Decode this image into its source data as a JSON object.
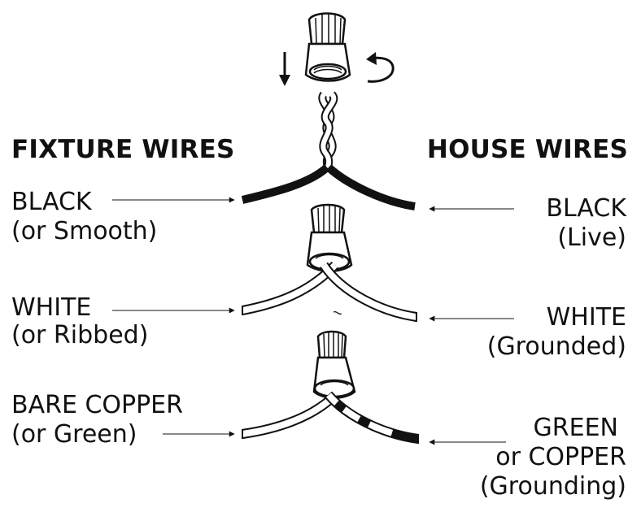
{
  "headers": {
    "fixture": "FIXTURE WIRES",
    "house": "HOUSE WIRES"
  },
  "rows": [
    {
      "fixture_line1": "BLACK",
      "fixture_line2": "(or Smooth)",
      "house_line1": "BLACK",
      "house_line2": "(Live)"
    },
    {
      "fixture_line1": "WHITE",
      "fixture_line2": "(or Ribbed)",
      "house_line1": "WHITE",
      "house_line2": "(Grounded)"
    },
    {
      "fixture_line1": "BARE COPPER",
      "fixture_line2": "(or Green)",
      "house_line1": "GREEN",
      "house_line2": "or COPPER",
      "house_line3": "(Grounding)"
    }
  ],
  "colors": {
    "ink": "#111111",
    "background": "#ffffff"
  },
  "icons": [
    "down-arrow-icon",
    "rotate-arrow-icon",
    "wire-nut-icon"
  ]
}
